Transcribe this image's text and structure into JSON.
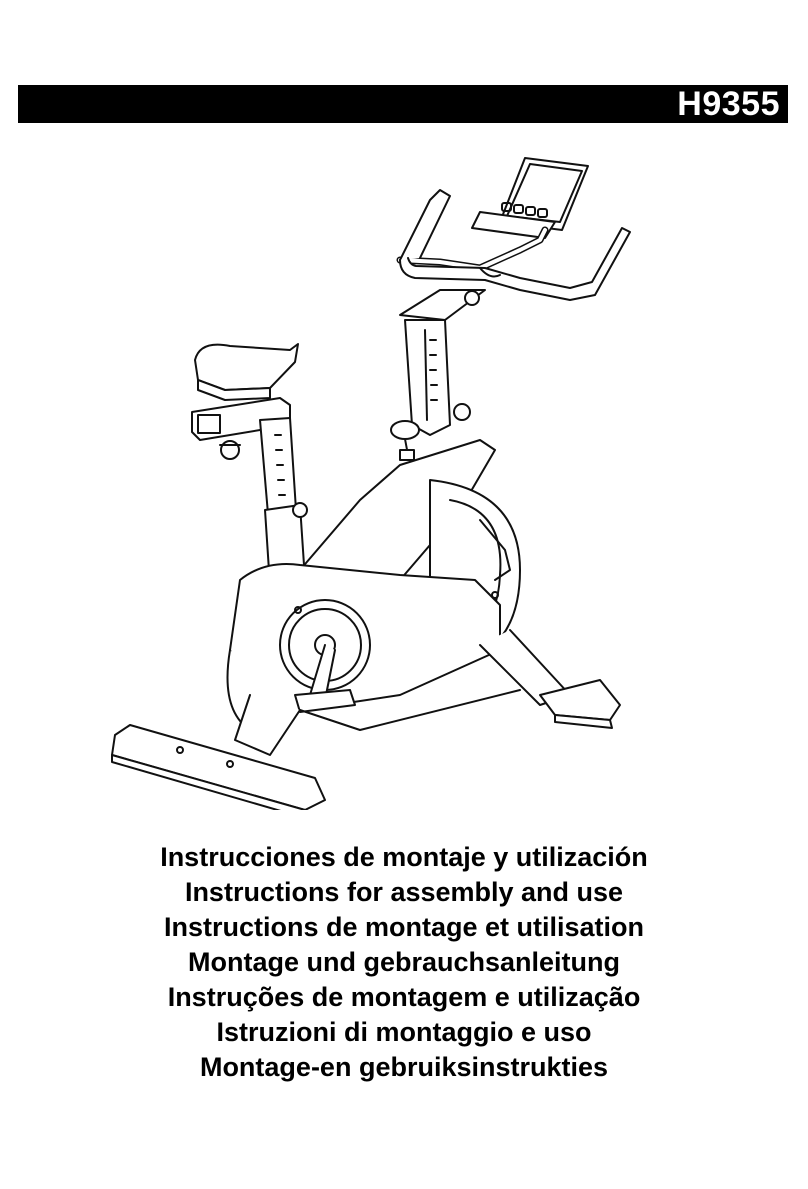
{
  "header": {
    "model_code": "H9355"
  },
  "illustration": {
    "subject": "exercise-bike-line-drawing"
  },
  "titles": [
    "Instrucciones de montaje y utilización",
    "Instructions for assembly and use",
    "Instructions de montage et utilisation",
    "Montage und gebrauchsanleitung",
    "Instruções de montagem e utilização",
    "Istruzioni di montaggio e uso",
    "Montage-en gebruiksinstrukties"
  ]
}
